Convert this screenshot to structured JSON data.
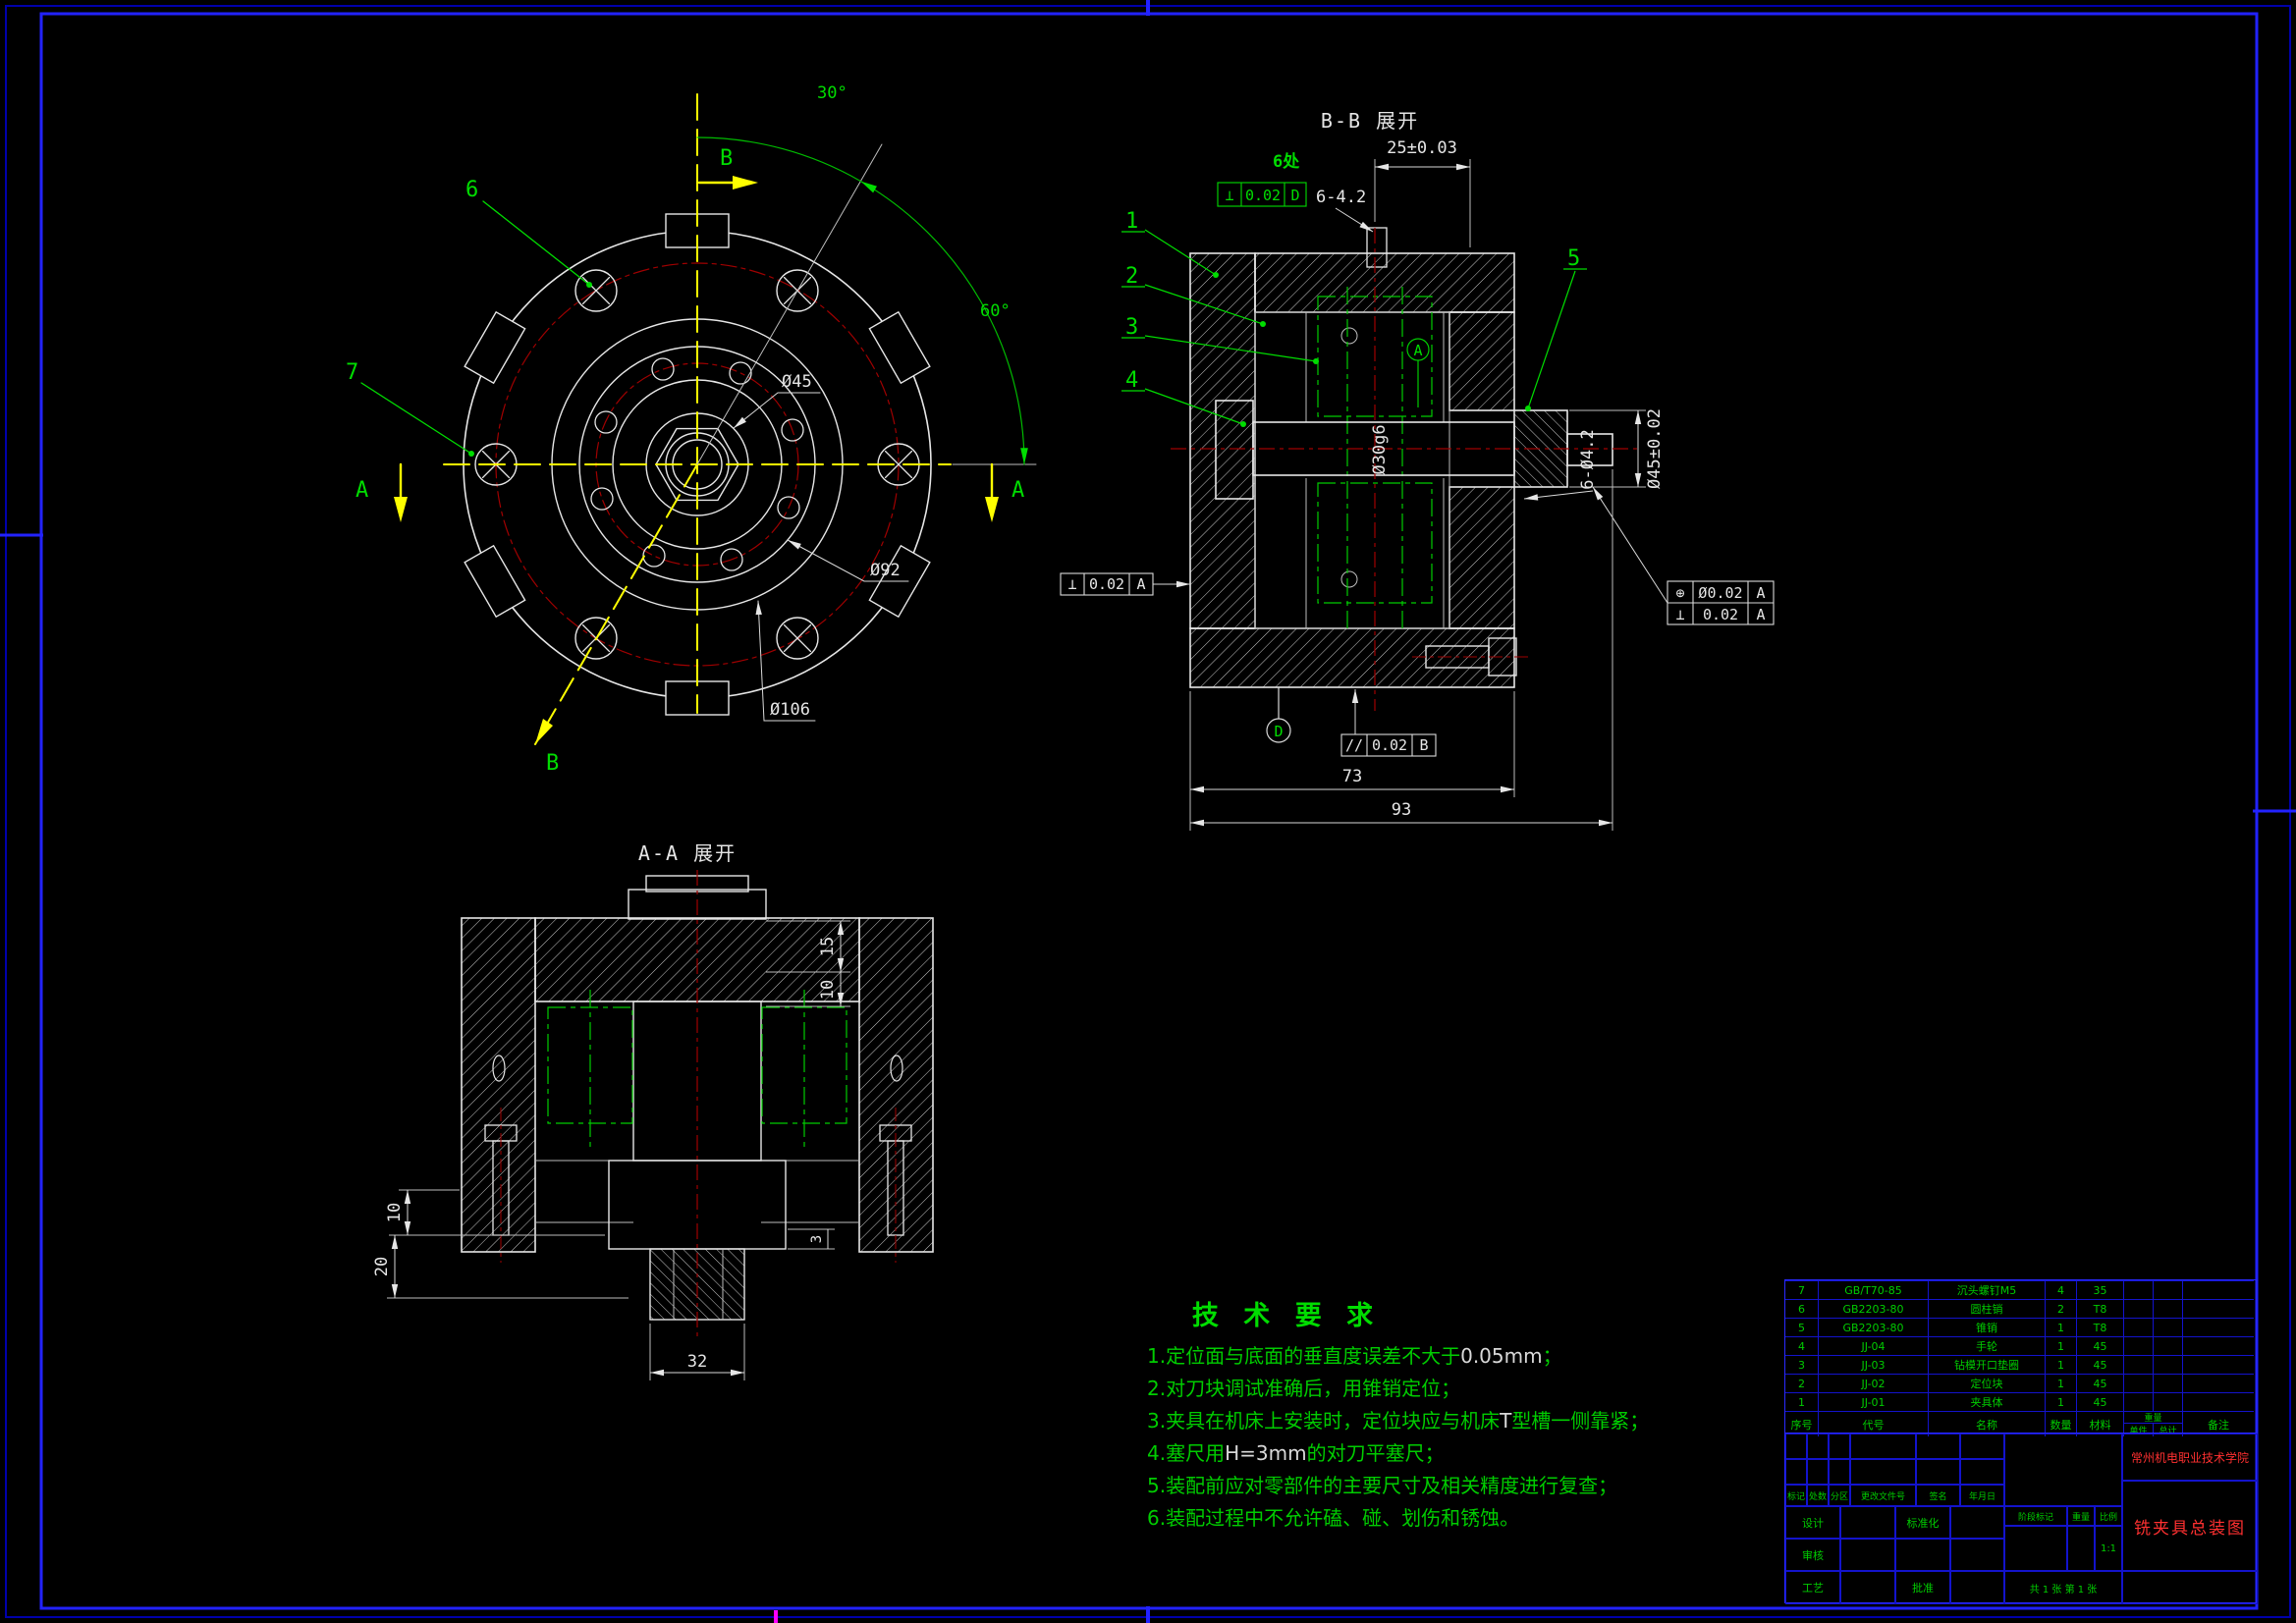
{
  "plan": {
    "balloon_6": "6",
    "balloon_7": "7",
    "b_top": "B",
    "b_bottom": "B",
    "a_left": "A",
    "a_right": "A",
    "angle_30": "30°",
    "angle_60": "60°",
    "dia_45": "Ø45",
    "dia_92": "Ø92",
    "dia_106": "Ø106"
  },
  "bb": {
    "title": "B-B 展开",
    "places": "6处",
    "hole_top": "6-4.2",
    "width_top": "25±0.03",
    "b1": "1",
    "b2": "2",
    "b3": "3",
    "b4": "4",
    "b5": "5",
    "shaft": "Ø30g6",
    "spigot": "Ø45±0.02",
    "holes_right": "6-Ø4.2",
    "dim73": "73",
    "dim93": "93",
    "datum_d": "D",
    "datum_a": "A",
    "fcf_top": {
      "sym": "⊥",
      "tol": "0.02",
      "ref": "D"
    },
    "fcf_left": {
      "sym": "⊥",
      "tol": "0.02",
      "ref": "A"
    },
    "fcf_pos": {
      "sym": "⊕",
      "tol": "Ø0.02",
      "ref": "A"
    },
    "fcf_perp": {
      "sym": "⊥",
      "tol": "0.02",
      "ref": "A"
    },
    "fcf_par": {
      "sym": "//",
      "tol": "0.02",
      "ref": "B"
    }
  },
  "aa": {
    "title": "A-A 展开",
    "d15": "15",
    "d10r": "10",
    "d10l": "10",
    "d20": "20",
    "d3": "3",
    "d32": "32"
  },
  "tech": {
    "title": "技 术 要 求",
    "items": [
      [
        {
          "t": "1.定位面与底面的垂直度误差不大于"
        },
        {
          "t": "0.05mm",
          "w": 1
        },
        {
          "t": "；"
        }
      ],
      [
        {
          "t": "2.对刀块调试准确后，用锥销定位；"
        }
      ],
      [
        {
          "t": "3.夹具在机床上安装时，定位块应与机床"
        },
        {
          "t": "T",
          "w": 1
        },
        {
          "t": "型槽一侧靠紧；"
        }
      ],
      [
        {
          "t": "4.塞尺用"
        },
        {
          "t": "H=3mm",
          "w": 1
        },
        {
          "t": "的对刀平塞尺；"
        }
      ],
      [
        {
          "t": "5.装配前应对零部件的主要尺寸及相关精度进行复查；"
        }
      ],
      [
        {
          "t": "6.装配过程中不允许磕、碰、划伤和锈蚀。"
        }
      ]
    ]
  },
  "bom": {
    "headers": {
      "no": "序号",
      "code": "代号",
      "name": "名称",
      "qty": "数量",
      "mat": "材料",
      "weight": "重量",
      "unit": "单件",
      "total": "总计",
      "remark": "备注"
    },
    "rows": [
      {
        "no": "7",
        "code": "GB/T70-85",
        "name": "沉头螺钉M5",
        "qty": "4",
        "mat": "35"
      },
      {
        "no": "6",
        "code": "GB2203-80",
        "name": "圆柱销",
        "qty": "2",
        "mat": "T8"
      },
      {
        "no": "5",
        "code": "GB2203-80",
        "name": "锥销",
        "qty": "1",
        "mat": "T8"
      },
      {
        "no": "4",
        "code": "JJ-04",
        "name": "手轮",
        "qty": "1",
        "mat": "45"
      },
      {
        "no": "3",
        "code": "JJ-03",
        "name": "钻模开口垫圈",
        "qty": "1",
        "mat": "45"
      },
      {
        "no": "2",
        "code": "JJ-02",
        "name": "定位块",
        "qty": "1",
        "mat": "45"
      },
      {
        "no": "1",
        "code": "JJ-01",
        "name": "夹具体",
        "qty": "1",
        "mat": "45"
      }
    ]
  },
  "tb": {
    "school": "常州机电职业技术学院",
    "title": "铣夹具总装图",
    "mark": "标记",
    "count": "处数",
    "zone": "分区",
    "doc_no": "更改文件号",
    "sign": "签名",
    "date": "年月日",
    "design": "设计",
    "check": "审核",
    "process": "工艺",
    "standard": "标准化",
    "approve": "批准",
    "stage": "阶段标记",
    "weight": "重量",
    "scale": "比例",
    "scale_val": "1:1",
    "sheet": "共 1 张 第 1 张"
  }
}
